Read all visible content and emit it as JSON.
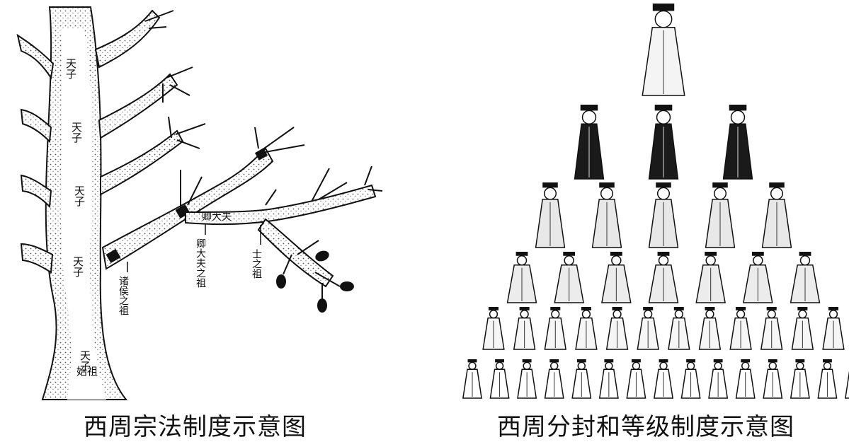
{
  "left_diagram": {
    "caption": "西周宗法制度示意图",
    "trunk_labels": [
      "天子",
      "天子",
      "天子",
      "天子"
    ],
    "root_label": [
      "天子",
      "始祖"
    ],
    "branch_labels": {
      "zhuhou": "诸侯之祖",
      "qingdafu": "卿大夫之祖",
      "shi": "士之祖",
      "branch_inline": "卿大夫"
    }
  },
  "right_diagram": {
    "caption": "西周分封和等级制度示意图",
    "tiers": [
      {
        "count": 1
      },
      {
        "count": 3
      },
      {
        "count": 5
      },
      {
        "count": 7
      },
      {
        "count": 12
      },
      {
        "count": 15
      }
    ]
  }
}
